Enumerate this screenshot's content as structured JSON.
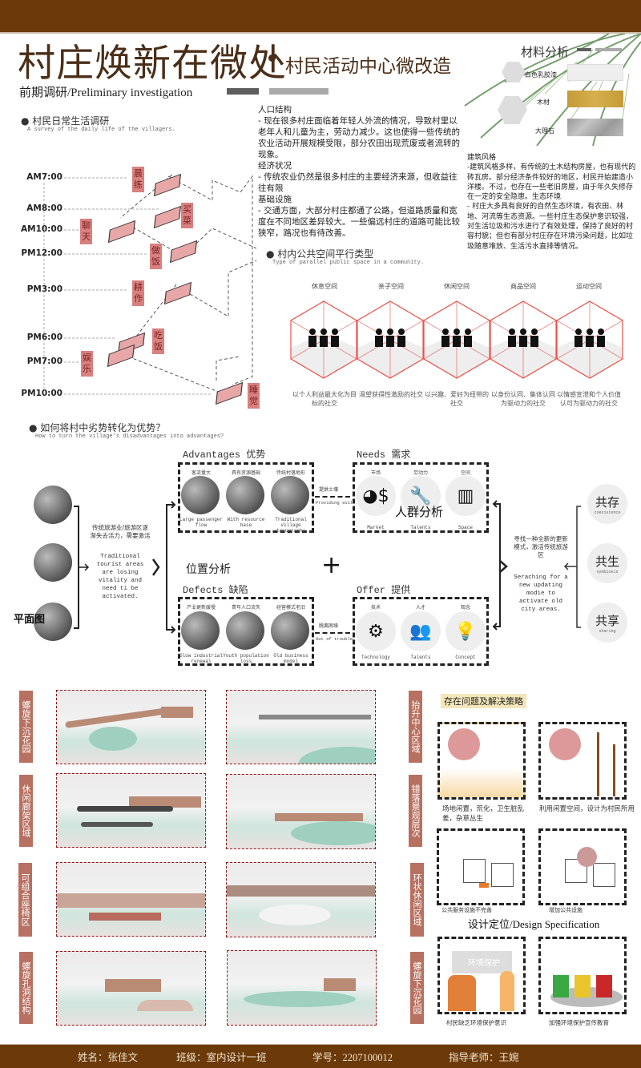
{
  "header": {
    "title": "村庄焕新在微处",
    "subtitle": "村民活动中心微改造",
    "section": "前期调研/Preliminary investigation"
  },
  "materials": {
    "title": "材料分析",
    "items": [
      {
        "label": "白色乳胶漆",
        "color": "#eeeeee"
      },
      {
        "label": "木材",
        "color": "#c9a040"
      },
      {
        "label": "大理石",
        "color": "#a8a8a8"
      }
    ]
  },
  "survey": {
    "title": "村民日常生活调研",
    "subtitle": "A survey of the daily life of the villagers.",
    "times": [
      "AM7:00",
      "AM8:00",
      "AM10:00",
      "PM12:00",
      "PM3:00",
      "PM6:00",
      "PM7:00",
      "PM10:00"
    ],
    "activities": [
      "晨练",
      "买菜",
      "聊天",
      "做饭",
      "耕作",
      "吃饭",
      "娱乐",
      "睡觉"
    ]
  },
  "analysis": {
    "p1_h": "人口结构",
    "p1": "- 现在很多村庄面临着年轻人外流的情况，导致村里以老年人和儿童为主，劳动力减少。这也使得一些传统的农业活动开展规模受限，部分农田出现荒废或者流转的现象。",
    "p2_h": "经济状况",
    "p2": "- 传统农业仍然是很多村庄的主要经济来源，但收益往往有限",
    "p3_h": "基础设施",
    "p3": "- 交通方面，大部分村庄都通了公路，但道路质量和宽度在不同地区差异较大。一些偏远村庄的道路可能比较狭窄，路况也有待改善。",
    "p4_h": "建筑风格",
    "p4": "-建筑风格多样，有传统的土木结构房屋，也有现代的砖瓦房。部分经济条件较好的地区，村民开始建造小洋楼。不过，也存在一些老旧房屋，由于年久失修存在一定的安全隐患。",
    "p5_h": "生态环境",
    "p5": "- 村庄大多具有良好的自然生态环境，有农田、林地、河流等生态资源。一些村庄生态保护意识较强，对生活垃圾和污水进行了有效处理，保持了良好的村容村貌；但也有部分村庄存在环境污染问题，比如垃圾随意堆放、生活污水直排等情况。"
  },
  "public_space": {
    "title": "村内公共空间平行类型",
    "subtitle": "Type of parallel public space in a community.",
    "types": [
      {
        "label": "休息空间",
        "caption": "以个人利益最大化为目标的社交"
      },
      {
        "label": "亲子空间",
        "caption": "渴望获得性激励的社交"
      },
      {
        "label": "休闲空间",
        "caption": "以兴趣、爱好为纽带的社交"
      },
      {
        "label": "商品空间",
        "caption": "以身份认同、集体认同为驱动力的社交"
      },
      {
        "label": "运动空间",
        "caption": "以情感宣泄和个人价值认可为驱动力的社交"
      }
    ]
  },
  "transform": {
    "title": "如何将村中劣势转化为优势？",
    "subtitle": "How to turn the village's disadvantages into advantages?",
    "plan_label": "平面图",
    "left_cn": "传统旅游业/旅游区逐渐失去活力，需要激活",
    "left_en": "Traditional tourist areas are losing vitality and need ti be activated.",
    "location_label": "位置分析",
    "plus": "+",
    "crowd_label": "人群分析",
    "advantages": {
      "title": "Advantages 优势",
      "items": [
        {
          "cn": "客流量大",
          "en": "Large passenger flow"
        },
        {
          "cn": "具有资源基础",
          "en": "With resource base"
        },
        {
          "cn": "传统村落地形",
          "en": "Traditional village topography"
        }
      ]
    },
    "needs": {
      "title": "Needs 需求",
      "items": [
        {
          "cn": "市场",
          "en": "Market",
          "icon": "chart-dollar-icon"
        },
        {
          "cn": "劳动力",
          "en": "Talents",
          "icon": "worker-icon"
        },
        {
          "cn": "空间",
          "en": "Space",
          "icon": "building-icon"
        }
      ]
    },
    "defects": {
      "title": "Defects 缺陷",
      "items": [
        {
          "cn": "产业更新缓慢",
          "en": "Slow industrial renewal"
        },
        {
          "cn": "青年人口流失",
          "en": "Youth population loss"
        },
        {
          "cn": "经营模式老旧",
          "en": "Old business model"
        }
      ]
    },
    "offer": {
      "title": "Offer 提供",
      "items": [
        {
          "cn": "技术",
          "en": "Technology",
          "icon": "gears-icon"
        },
        {
          "cn": "人才",
          "en": "Talents",
          "icon": "people-icon"
        },
        {
          "cn": "观念",
          "en": "Concept",
          "icon": "lightbulb-icon"
        }
      ]
    },
    "arrow_top_cn": "提供土壤",
    "arrow_top_en": "Providing soil",
    "arrow_bot_cn": "脱离困境",
    "arrow_bot_en": "Out of trouble",
    "right_cn": "寻找一种全新的更新模式，激活传统旅游区",
    "right_en": "Seraching for a new updating modie to activate old city areas.",
    "goals": [
      {
        "cn": "共存",
        "en": "coexistence"
      },
      {
        "cn": "共生",
        "en": "symbiosis"
      },
      {
        "cn": "共享",
        "en": "sharing"
      }
    ]
  },
  "renders": {
    "left_labels": [
      "螺旋下沉花园",
      "休闲廊架区域",
      "可组合座椅区",
      "螺旋孔洞结构"
    ],
    "right_labels": [
      "抬升中心区域",
      "错落景观层次",
      "环状休闲区域",
      "螺旋下沉花园"
    ]
  },
  "strategy": {
    "title": "存在问题及解决策略",
    "design_spec": "设计定位/Design Specification",
    "sign": "环境保护",
    "captions": [
      "场地闲置，荒化，卫生脏乱差，杂草丛生",
      "利用闲置空间，设计为村民所用",
      "公共服务设施不完善",
      "增加公共设施",
      "村民缺乏环境保护意识",
      "加强环境保护宣传教育"
    ]
  },
  "footer": {
    "name": "姓名：张佳文",
    "class": "班级：室内设计一班",
    "id": "学号：2207100012",
    "advisor": "指导老师：王婉"
  },
  "colors": {
    "brown": "#6b3a08",
    "tag": "#d98080",
    "label": "#b87060",
    "hex": "#e8524a"
  }
}
